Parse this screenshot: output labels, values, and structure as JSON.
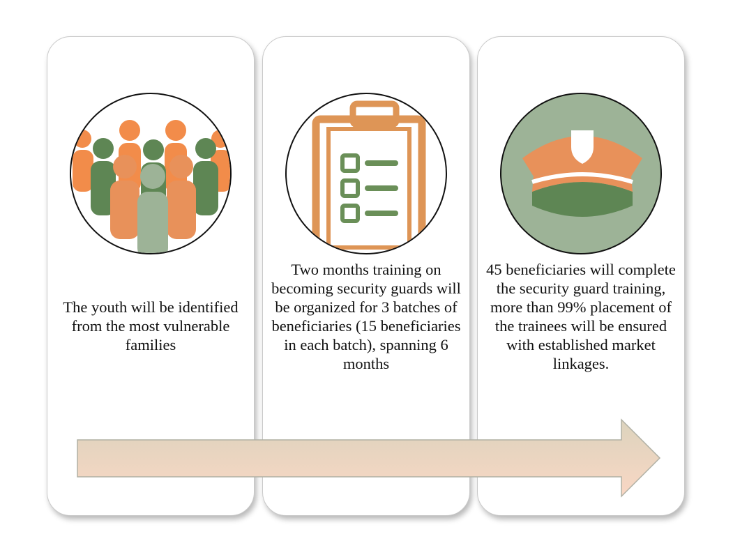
{
  "steps": [
    {
      "icon": "people-group-icon",
      "text": "The youth will be identified from the most vulnerable families"
    },
    {
      "icon": "clipboard-checklist-icon",
      "text": "Two months training on becoming security guards will be organized for 3 batches of beneficiaries (15 beneficiaries in each batch), spanning 6 months"
    },
    {
      "icon": "security-cap-icon",
      "text": "45 beneficiaries will complete the security guard training, more than 99% placement of the trainees will be ensured with established market linkages."
    }
  ],
  "colors": {
    "orange": "#f28c4a",
    "tan_orange": "#e8915a",
    "green": "#5e8654",
    "sage": "#9db397",
    "clipboard_orange": "#de9556",
    "clipboard_green": "#6a8f58",
    "arrow_start": "#dcd3bd",
    "arrow_end": "#f9d7c4"
  }
}
